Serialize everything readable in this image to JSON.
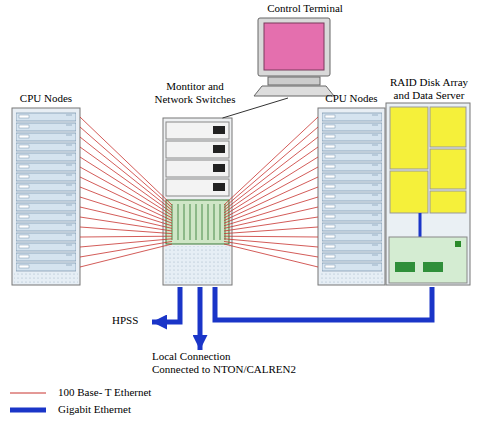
{
  "diagram": {
    "nodes": [
      {
        "text": [
          "Control Terminal"
        ]
      },
      {
        "text": [
          "CPU Nodes"
        ]
      },
      {
        "text": [
          "Montitor and Network Switches"
        ]
      },
      {
        "text": [
          "CPU Nodes"
        ]
      },
      {
        "text": [
          "RAID Disk Array and Data Server"
        ]
      },
      {
        "text": [
          "HPSS"
        ]
      },
      {
        "text": [
          "Local Connection",
          "Connected to NTON/CALREN2"
        ]
      }
    ],
    "edges": [
      {
        "from": 0,
        "to": 2,
        "arrow": "none"
      },
      {
        "from": 2,
        "to": 1,
        "arrow": "none"
      },
      {
        "from": 2,
        "to": 3,
        "arrow": "none"
      },
      {
        "from": 2,
        "to": 5,
        "arrow": "to"
      },
      {
        "from": 2,
        "to": 6,
        "arrow": "to"
      },
      {
        "from": 2,
        "to": 4,
        "arrow": "none"
      }
    ],
    "legend": [
      {
        "text": "100 Base- T Ethernet"
      },
      {
        "text": "Gigabit Ethernet"
      }
    ]
  }
}
